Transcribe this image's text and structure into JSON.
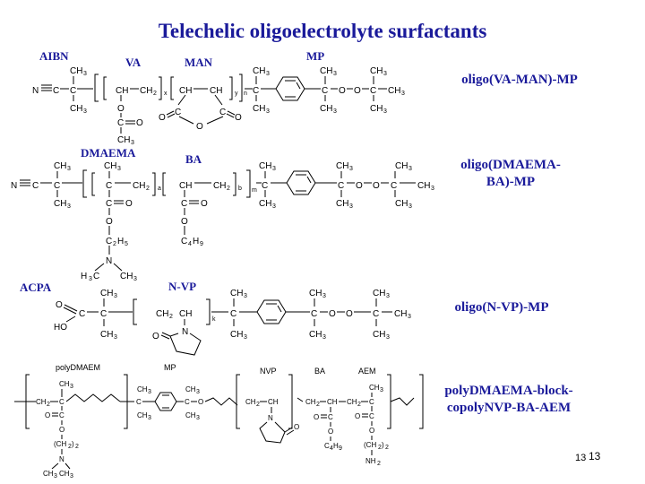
{
  "title": "Telechelic oligoelectrolyte surfactants",
  "labels": {
    "aibn": "AIBN",
    "va": "VA",
    "man": "MAN",
    "mp": "MP",
    "dmaema": "DMAEMA",
    "ba": "BA",
    "acpa": "ACPA",
    "nvp": "N-VP",
    "poly_dmaem": "polyDMAEM",
    "mp_small": "MP",
    "nvp_small": "NVP",
    "ba_small": "BA",
    "aem_small": "AEM"
  },
  "names": {
    "row1": "oligo(VA-MAN)-MP",
    "row2": "oligo(DMAEMA-BA)-MP",
    "row3": "oligo(N-VP)-MP",
    "row4": "polyDMAEMA-block-copolyNVP-BA-AEM"
  },
  "page_number": "13",
  "page_number_echo": "13"
}
